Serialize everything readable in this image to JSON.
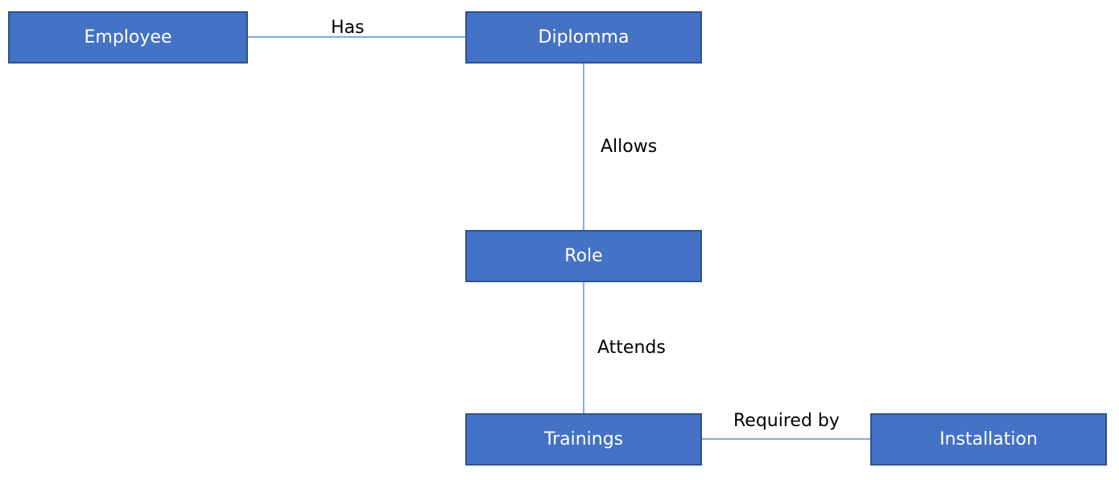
{
  "colors": {
    "node_fill": "#4472c4",
    "node_border": "#2f528f",
    "node_text": "#ffffff",
    "edge_line": "#4472c4",
    "edge_label": "#000000"
  },
  "nodes": {
    "employee": "Employee",
    "diplomma": "Diplomma",
    "role": "Role",
    "trainings": "Trainings",
    "installation": "Installation"
  },
  "edges": {
    "has": "Has",
    "allows": "Allows",
    "attends": "Attends",
    "required_by": "Required by"
  }
}
